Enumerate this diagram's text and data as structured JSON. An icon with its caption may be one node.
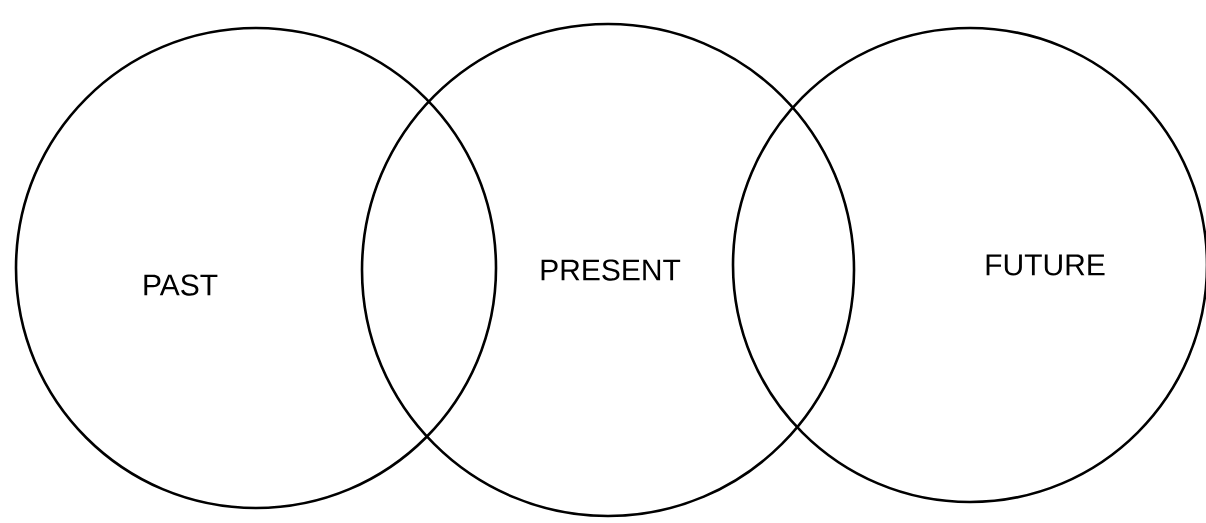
{
  "diagram": {
    "nodes": [
      {
        "text": [
          "PAST"
        ]
      },
      {
        "text": [
          "PRESENT"
        ]
      },
      {
        "text": [
          "FUTURE"
        ]
      }
    ]
  }
}
